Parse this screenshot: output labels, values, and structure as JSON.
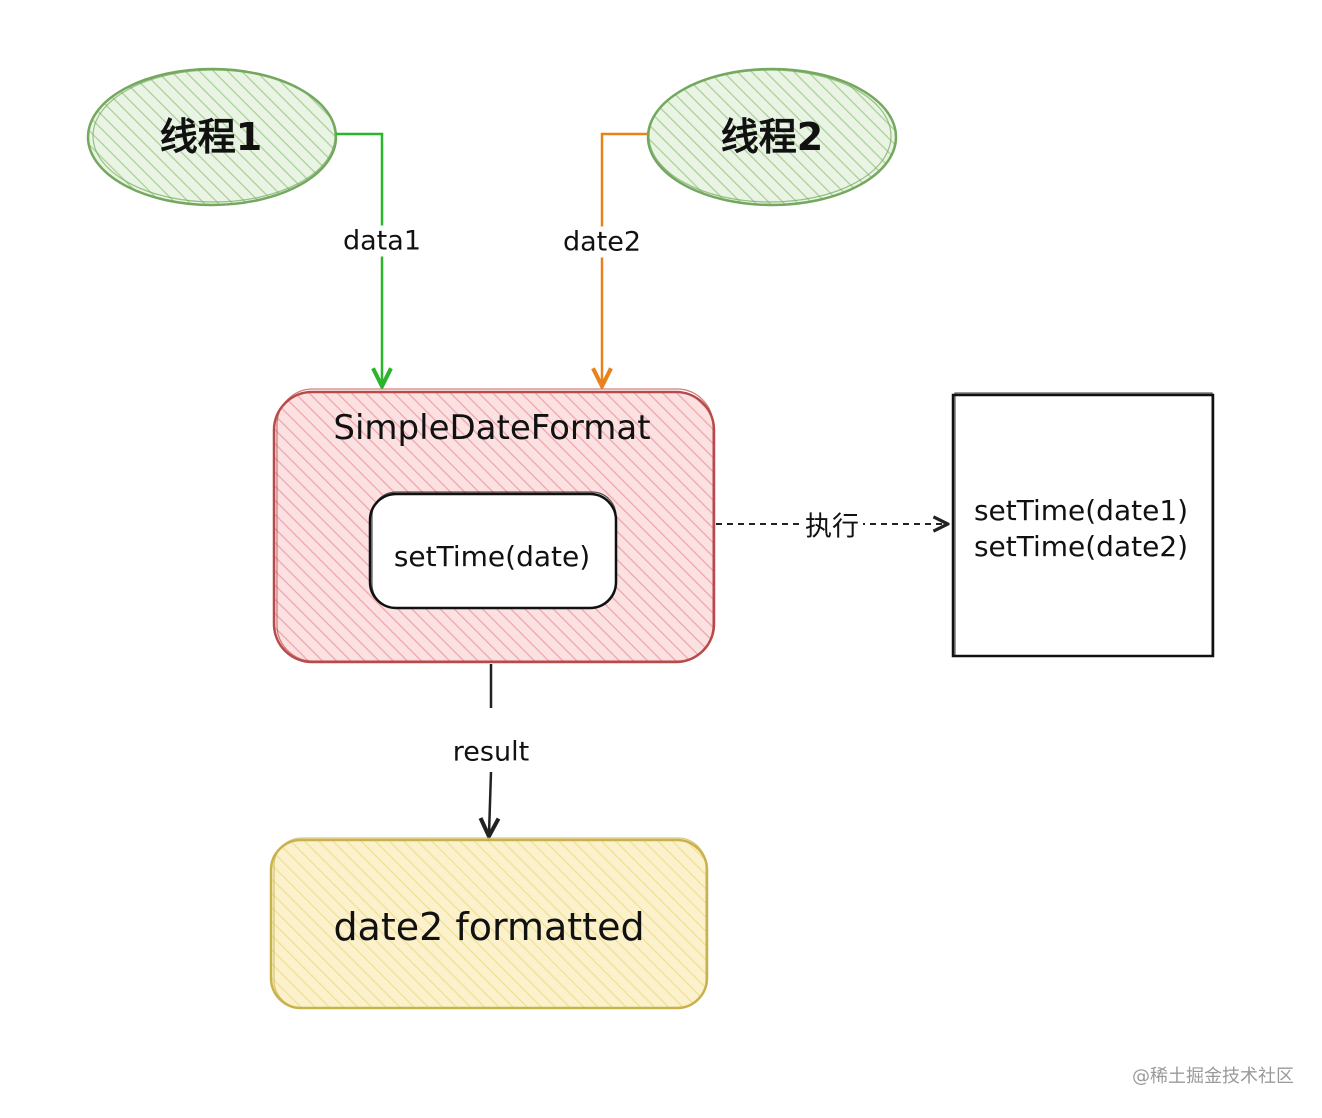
{
  "nodes": {
    "thread1": "线程1",
    "thread2": "线程2",
    "sdf": "SimpleDateFormat",
    "inner": "setTime(date)",
    "exec_line1": "setTime(date1)",
    "exec_line2": "setTime(date2)",
    "result_box": "date2 formatted"
  },
  "edges": {
    "thread1_label": "data1",
    "thread2_label": "date2",
    "exec_label": "执行",
    "result_label": "result"
  },
  "watermark": "@稀土掘金技术社区",
  "colors": {
    "thread_fill": "#cfe6c4",
    "thread_stroke": "#74a85f",
    "sdf_fill": "#f3b6b9",
    "sdf_stroke": "#b84a4a",
    "result_fill": "#f5e6a2",
    "result_stroke": "#c9b24c",
    "arrow_green": "#2bb52b",
    "arrow_orange": "#e8821a",
    "arrow_dark": "#222222"
  }
}
